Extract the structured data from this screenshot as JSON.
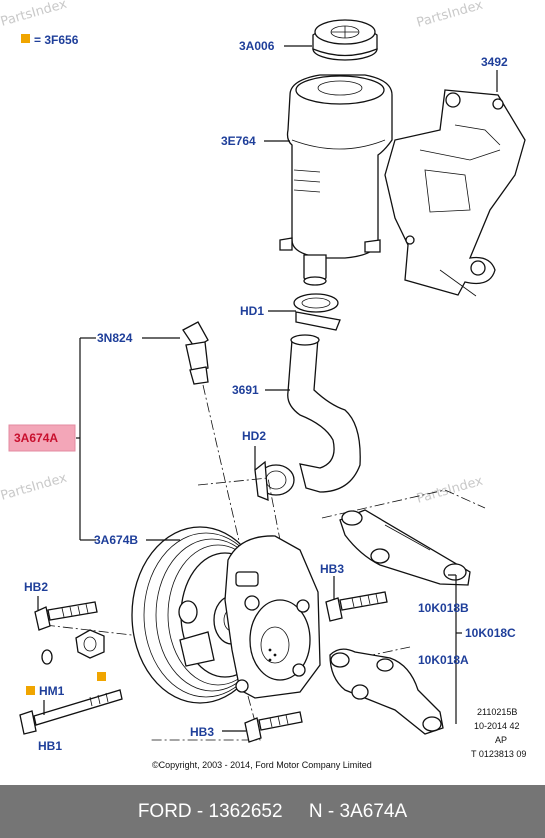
{
  "watermark": {
    "text": "PartsIndex"
  },
  "legend": {
    "marker_color": "#f0a500",
    "label": "= 3F656"
  },
  "labels": {
    "3a006": "3A006",
    "3492": "3492",
    "3e764": "3E764",
    "hd1": "HD1",
    "3n824": "3N824",
    "3691": "3691",
    "3a674a": "3A674A",
    "hd2": "HD2",
    "3a674b": "3A674B",
    "hb2": "HB2",
    "hb3_upper": "HB3",
    "10k018b": "10K018B",
    "10k018c": "10K018C",
    "10k018a": "10K018A",
    "hm1": "HM1",
    "hb1": "HB1",
    "hb3_lower": "HB3"
  },
  "highlight": {
    "fill": "#f3a6b8",
    "text_color": "#c8102e"
  },
  "label_color": "#1f3f9a",
  "ref_block": [
    "2110215B",
    "10-2014 42",
    "AP",
    "T 0123813 09"
  ],
  "copyright": "©Copyright, 2003 - 2014, Ford Motor Company Limited",
  "footer": {
    "brand": "FORD",
    "number": "1362652",
    "part": "N - 3A674A",
    "background": "#757575"
  }
}
